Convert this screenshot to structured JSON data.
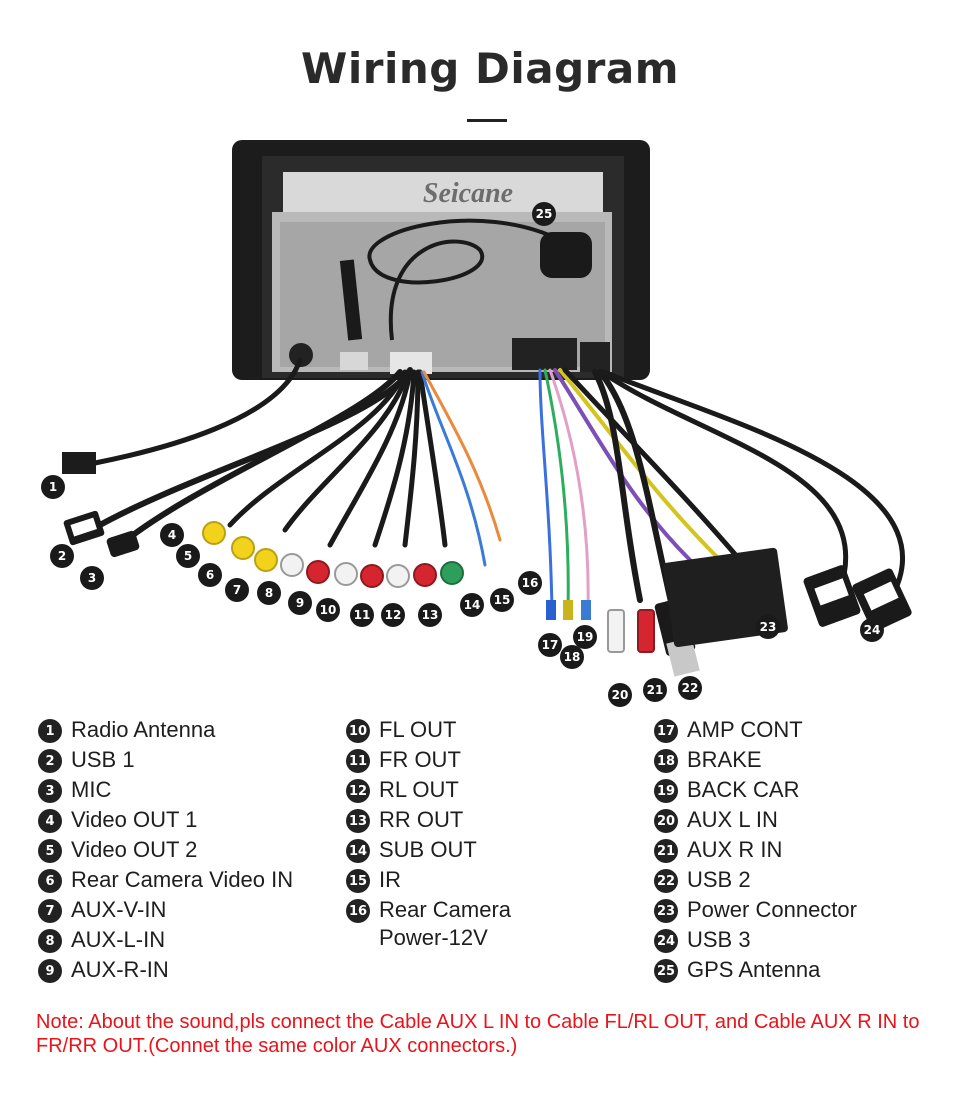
{
  "title": "Wiring Diagram",
  "brand_watermark": "Seicane",
  "legend": {
    "col1": [
      {
        "num": "1",
        "label": "Radio Antenna"
      },
      {
        "num": "2",
        "label": "USB 1"
      },
      {
        "num": "3",
        "label": "MIC"
      },
      {
        "num": "4",
        "label": "Video OUT 1"
      },
      {
        "num": "5",
        "label": "Video OUT 2"
      },
      {
        "num": "6",
        "label": "Rear Camera Video IN"
      },
      {
        "num": "7",
        "label": "AUX-V-IN"
      },
      {
        "num": "8",
        "label": "AUX-L-IN"
      },
      {
        "num": "9",
        "label": "AUX-R-IN"
      }
    ],
    "col2": [
      {
        "num": "10",
        "label": "FL OUT"
      },
      {
        "num": "11",
        "label": "FR OUT"
      },
      {
        "num": "12",
        "label": "RL OUT"
      },
      {
        "num": "13",
        "label": "RR OUT"
      },
      {
        "num": "14",
        "label": "SUB OUT"
      },
      {
        "num": "15",
        "label": "IR"
      },
      {
        "num": "16",
        "label": "Rear Camera\nPower-12V"
      }
    ],
    "col3": [
      {
        "num": "17",
        "label": "AMP CONT"
      },
      {
        "num": "18",
        "label": "BRAKE"
      },
      {
        "num": "19",
        "label": "BACK CAR"
      },
      {
        "num": "20",
        "label": "AUX L IN"
      },
      {
        "num": "21",
        "label": "AUX R IN"
      },
      {
        "num": "22",
        "label": "USB 2"
      },
      {
        "num": "23",
        "label": "Power Connector"
      },
      {
        "num": "24",
        "label": "USB 3"
      },
      {
        "num": "25",
        "label": "GPS Antenna"
      }
    ]
  },
  "note": "Note: About the sound,pls connect the Cable AUX L IN to Cable FL/RL OUT, and Cable AUX R IN to  FR/RR OUT.(Connet the same color AUX connectors.)",
  "colors": {
    "note": "#e8141b",
    "callout": "#1a1a1a",
    "rca_yellow": "#f2d21b",
    "rca_white": "#f2f2f2",
    "rca_red": "#d5262f",
    "rca_green": "#2e9e5b"
  }
}
